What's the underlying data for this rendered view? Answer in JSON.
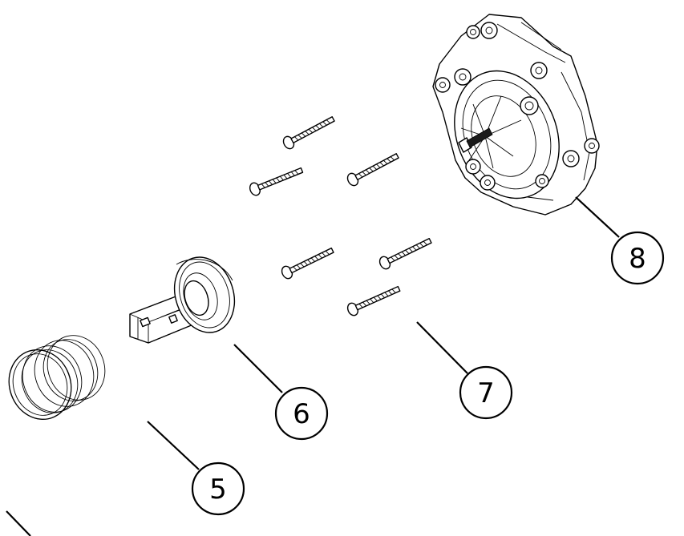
{
  "callouts": [
    {
      "id": "5",
      "label": "5"
    },
    {
      "id": "6",
      "label": "6"
    },
    {
      "id": "7",
      "label": "7"
    },
    {
      "id": "8",
      "label": "8"
    }
  ],
  "colors": {
    "ink": "#000000",
    "paper": "#ffffff"
  }
}
